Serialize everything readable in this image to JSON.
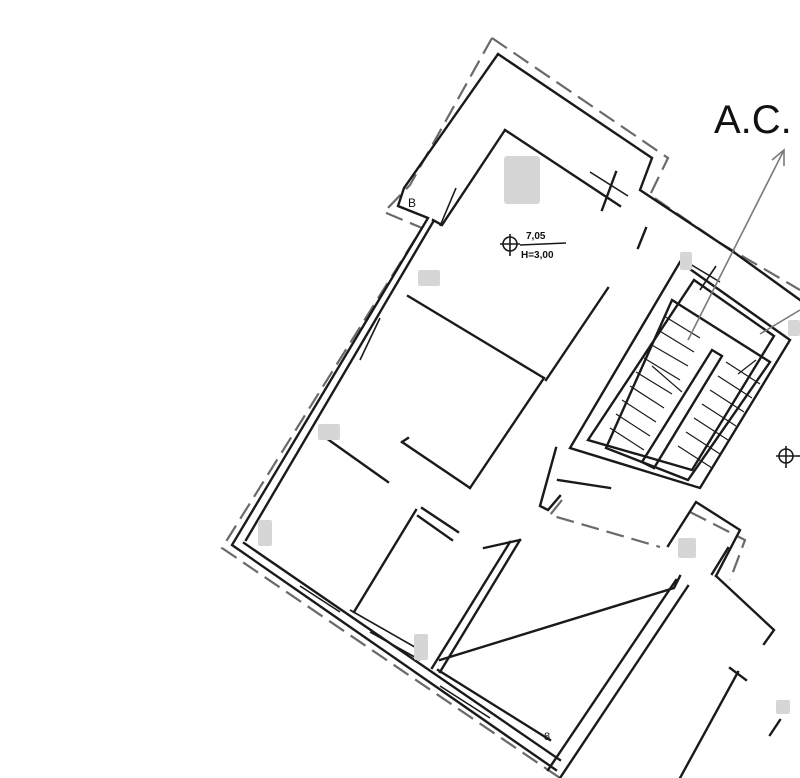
{
  "section_marker": {
    "text": "A.C."
  },
  "room_label_b": {
    "text": "B"
  },
  "level_marker": {
    "elevation": "7,05",
    "height": "H=3,00"
  },
  "level_marker_right": {
    "elevation": "",
    "height": ""
  },
  "corner_mark": {
    "text": "8"
  },
  "colors": {
    "wall": "#1a1a1a",
    "outline_dash": "#6a6a6a",
    "annotation": "#7a7a7a",
    "redaction": "#d6d6d6"
  }
}
